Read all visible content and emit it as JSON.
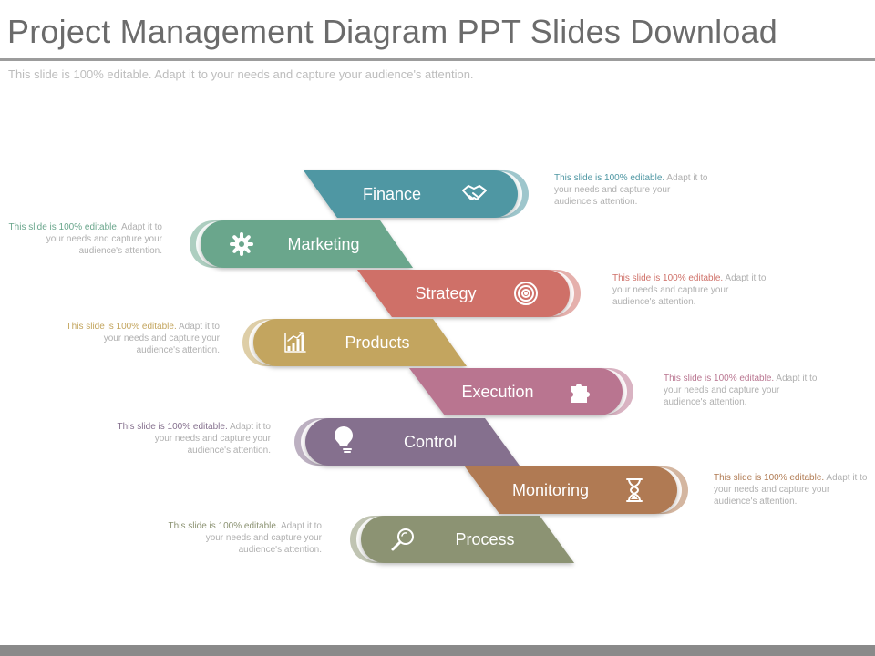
{
  "title": "Project Management Diagram PPT Slides Download",
  "subtitle": "This slide is 100% editable. Adapt it to your needs and capture your audience's attention.",
  "stages": [
    {
      "label": "Finance",
      "icon": "handshake-icon",
      "color": "#4f97a3",
      "text_color": "#4f97a3",
      "desc_highlight": "This slide is 100% editable.",
      "desc_rest": " Adapt it to your needs and capture your audience's attention."
    },
    {
      "label": "Marketing",
      "icon": "gear-icon",
      "color": "#6aa68c",
      "text_color": "#6aa68c",
      "desc_highlight": "This slide is 100% editable.",
      "desc_rest": " Adapt it to your needs and capture your audience's attention."
    },
    {
      "label": "Strategy",
      "icon": "target-icon",
      "color": "#cf7068",
      "text_color": "#cf7068",
      "desc_highlight": "This slide is 100% editable.",
      "desc_rest": " Adapt it to your needs and capture your audience's attention."
    },
    {
      "label": "Products",
      "icon": "bar-chart-icon",
      "color": "#c3a55e",
      "text_color": "#c3a55e",
      "desc_highlight": "This slide is 100% editable.",
      "desc_rest": " Adapt it to your needs and capture your audience's attention."
    },
    {
      "label": "Execution",
      "icon": "puzzle-icon",
      "color": "#b97590",
      "text_color": "#b97590",
      "desc_highlight": "This slide is 100% editable.",
      "desc_rest": " Adapt it to your needs and capture your audience's attention."
    },
    {
      "label": "Control",
      "icon": "lightbulb-icon",
      "color": "#85708e",
      "text_color": "#85708e",
      "desc_highlight": "This slide is 100% editable.",
      "desc_rest": " Adapt it to your needs and capture your audience's attention."
    },
    {
      "label": "Monitoring",
      "icon": "hourglass-icon",
      "color": "#b07a52",
      "text_color": "#b07a52",
      "desc_highlight": "This slide is 100% editable.",
      "desc_rest": " Adapt it to your needs and capture your audience's attention."
    },
    {
      "label": "Process",
      "icon": "magnifier-icon",
      "color": "#8c9373",
      "text_color": "#8c9373",
      "desc_highlight": "This slide is 100% editable.",
      "desc_rest": " Adapt it to your needs and capture your audience's attention."
    }
  ]
}
